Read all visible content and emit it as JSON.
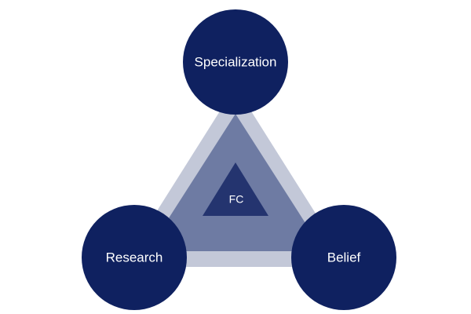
{
  "diagram": {
    "center": {
      "label": "FC"
    },
    "nodes": {
      "top": {
        "label": "Specialization"
      },
      "left": {
        "label": "Research"
      },
      "right": {
        "label": "Belief"
      }
    }
  },
  "colors": {
    "outer_triangle": "#c3c8d8",
    "middle_triangle": "#6e7ba3",
    "inner_triangle": "#24346f",
    "circle": "#0f2160",
    "text": "#ffffff"
  }
}
